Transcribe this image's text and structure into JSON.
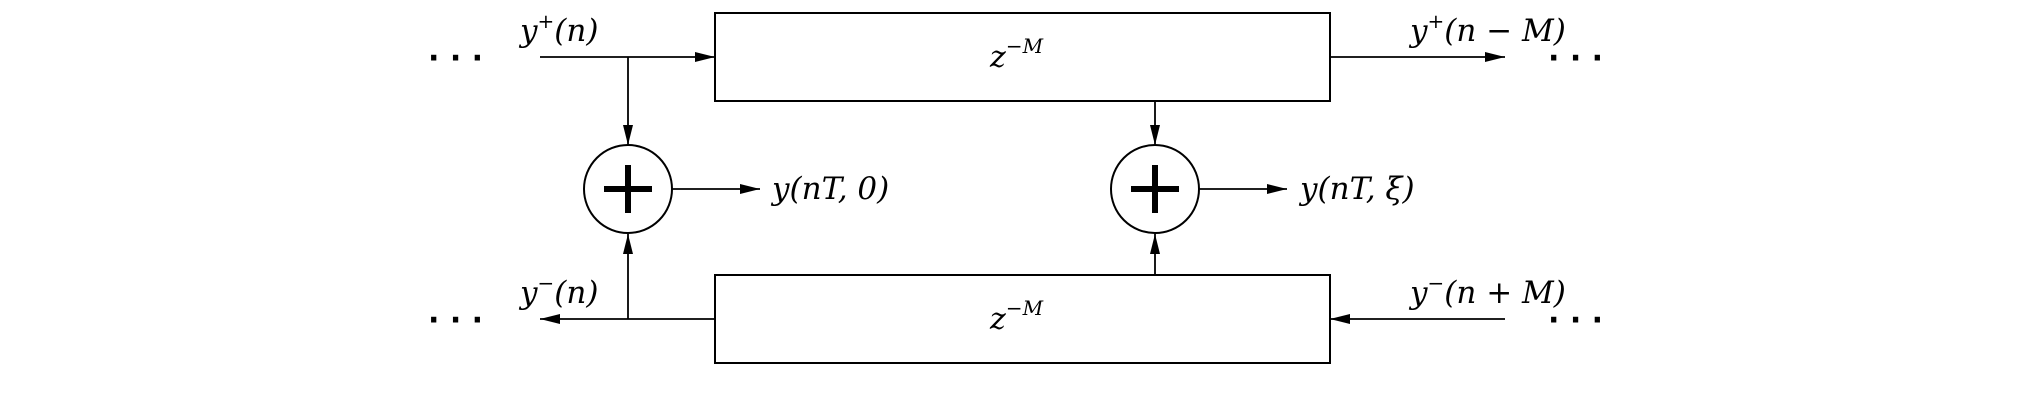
{
  "diagram": {
    "delay_top": "z^{-M}",
    "delay_bottom": "z^{-M}",
    "delay_top_base": "z",
    "delay_top_exp": "−M",
    "delay_bottom_base": "z",
    "delay_bottom_exp": "−M",
    "labels": {
      "top_left": "y^{+}(n)",
      "top_right": "y^{+}(n − M)",
      "bottom_left": "y^{−}(n)",
      "bottom_right": "y^{−}(n + M)",
      "output_left": "y(nT, 0)",
      "output_right": "y(nT, ξ)"
    },
    "label_parts": {
      "top_left": {
        "base": "y",
        "sup": "+",
        "arg": "(n)"
      },
      "top_right": {
        "base": "y",
        "sup": "+",
        "arg": "(n − M)"
      },
      "bottom_left": {
        "base": "y",
        "sup": "−",
        "arg": "(n)"
      },
      "bottom_right": {
        "base": "y",
        "sup": "−",
        "arg": "(n + M)"
      },
      "output_left": {
        "base": "y",
        "arg": "(nT, 0)"
      },
      "output_right": {
        "base": "y",
        "arg": "(nT, ξ)"
      }
    },
    "ellipsis": "· · ·",
    "adder_symbol": "+"
  }
}
